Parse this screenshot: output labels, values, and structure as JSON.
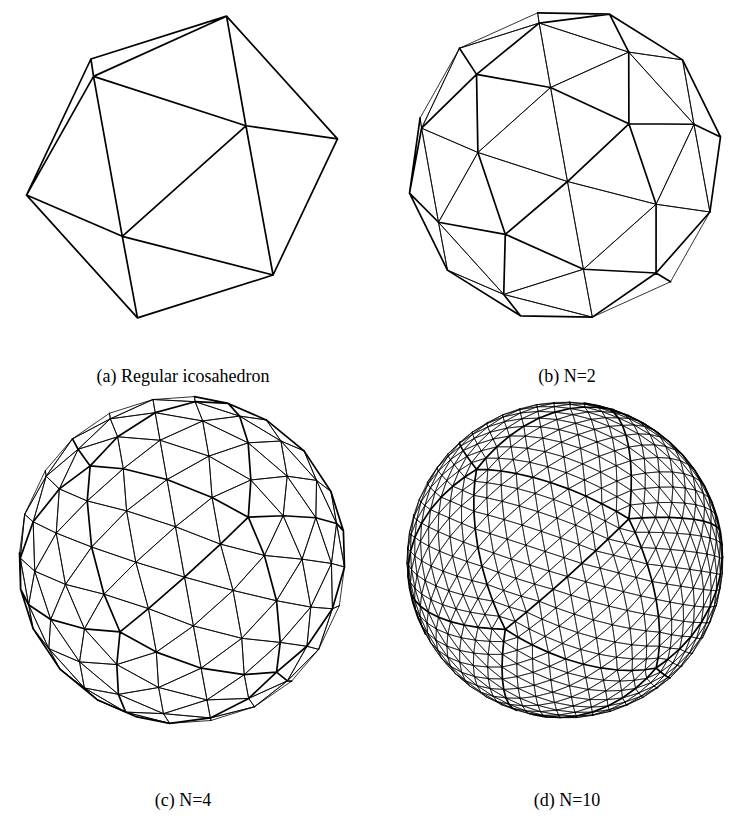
{
  "diagram": {
    "labels": [
      "(a) Regular icosahedron",
      "(b) N=2",
      "(c) N=4",
      "(d) N=10"
    ]
  }
}
